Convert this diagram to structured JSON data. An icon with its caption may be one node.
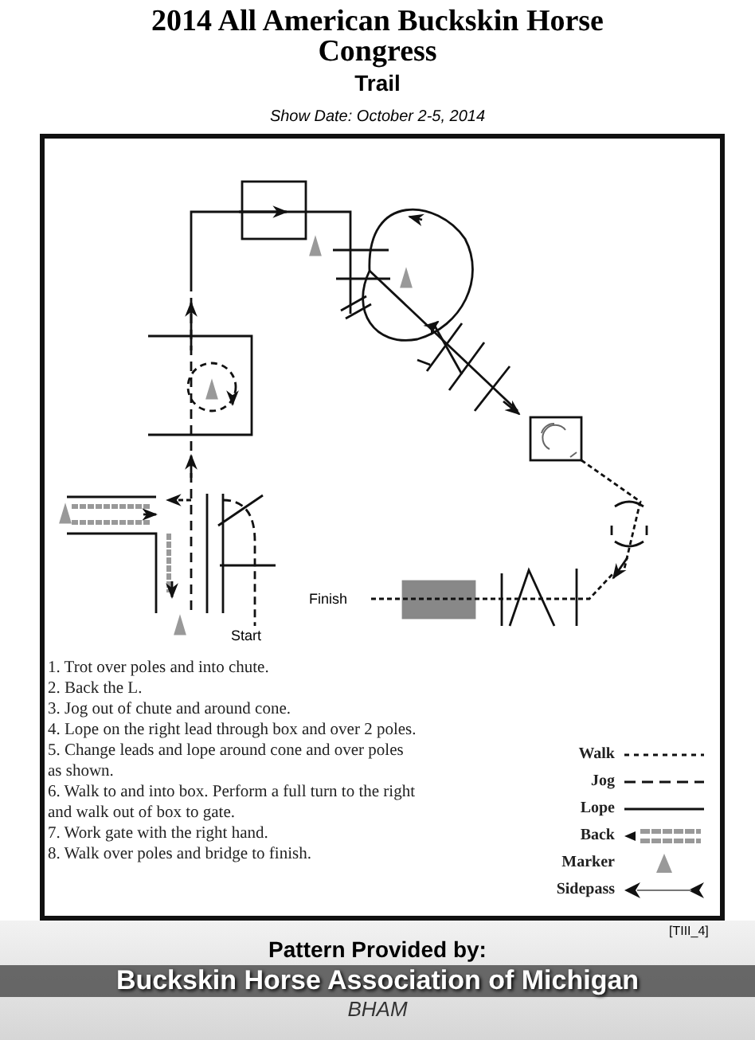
{
  "diagram": {
    "title": "2014 All American Buckskin Horse Congress",
    "labels": [
      "Trail",
      "Show Date: October 2-5, 2014",
      "Start",
      "Finish",
      "1. Trot over poles and into chute.",
      "2. Back the L.",
      "3. Jog out of chute and around cone.",
      "4. Lope on the right lead through box and over 2 poles.",
      "5. Change leads and lope around cone and over poles as shown.",
      "6. Walk to and into box. Perform a full turn to the right and walk out of box to gate.",
      "7. Work gate with the right hand.",
      "8. Walk over poles and bridge to finish.",
      "[TIII_4]",
      "Pattern Provided by:",
      "Buckskin Horse Association of Michigan",
      "BHAM"
    ],
    "legend": [
      {
        "text": "Walk"
      },
      {
        "text": "Jog"
      },
      {
        "text": "Lope"
      },
      {
        "text": "Back"
      },
      {
        "text": "Marker"
      },
      {
        "text": "Sidepass"
      }
    ]
  }
}
